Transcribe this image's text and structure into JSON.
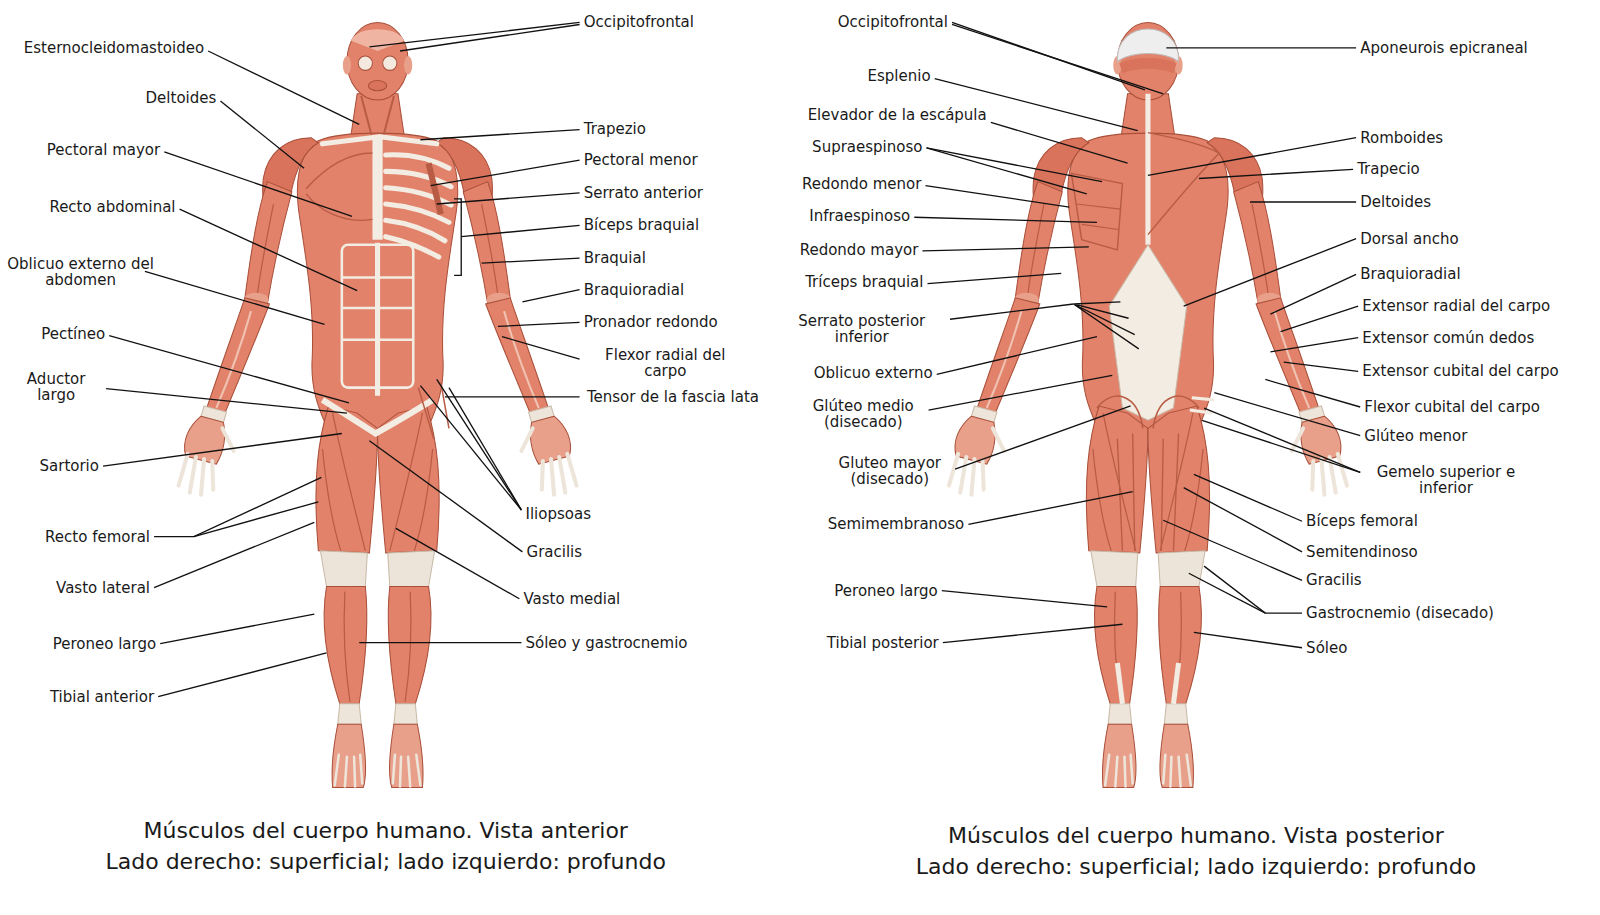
{
  "diagram": {
    "labels": [
      "Occipitofrontal",
      "Esternocleidomastoideo",
      "Deltoides",
      "Trapezio",
      "Pectoral mayor",
      "Pectoral menor",
      "Serrato anterior",
      "Recto abdominal",
      "Bíceps braquial",
      "Braquial",
      "Oblicuo externo del abdomen",
      "Braquioradial",
      "Pronador redondo",
      "Pectíneo",
      "Flexor radial del carpo",
      "Aductor largo",
      "Tensor de la fascia lata",
      "Sartorio",
      "Iliopsoas",
      "Recto femoral",
      "Gracilis",
      "Vasto lateral",
      "Vasto medial",
      "Peroneo largo",
      "Sóleo y gastrocnemio",
      "Tibial anterior",
      "Músculos del cuerpo humano. Vista anterior",
      "Lado derecho: superficial; lado izquierdo: profundo",
      "Occipitofrontal",
      "Aponeurois epicraneal",
      "Esplenio",
      "Elevador de la escápula",
      "Romboides",
      "Supraespinoso",
      "Trapecio",
      "Redondo menor",
      "Deltoides",
      "Infraespinoso",
      "Dorsal ancho",
      "Redondo mayor",
      "Braquioradial",
      "Tríceps braquial",
      "Extensor radial del carpo",
      "Serrato posterior inferior",
      "Extensor común dedos",
      "Extensor cubital del carpo",
      "Oblicuo externo",
      "Glúteo medio (disecado)",
      "Flexor cubital del carpo",
      "Glúteo menor",
      "Gluteo mayor (disecado)",
      "Gemelo superior e inferior",
      "Semimembranoso",
      "Bíceps femoral",
      "Semitendinoso",
      "Gracilis",
      "Peroneo largo",
      "Gastrocnemio (disecado)",
      "Tibial posterior",
      "Sóleo",
      "Músculos del cuerpo humano. Vista posterior",
      "Lado derecho: superficial; lado izquierdo: profundo"
    ]
  }
}
